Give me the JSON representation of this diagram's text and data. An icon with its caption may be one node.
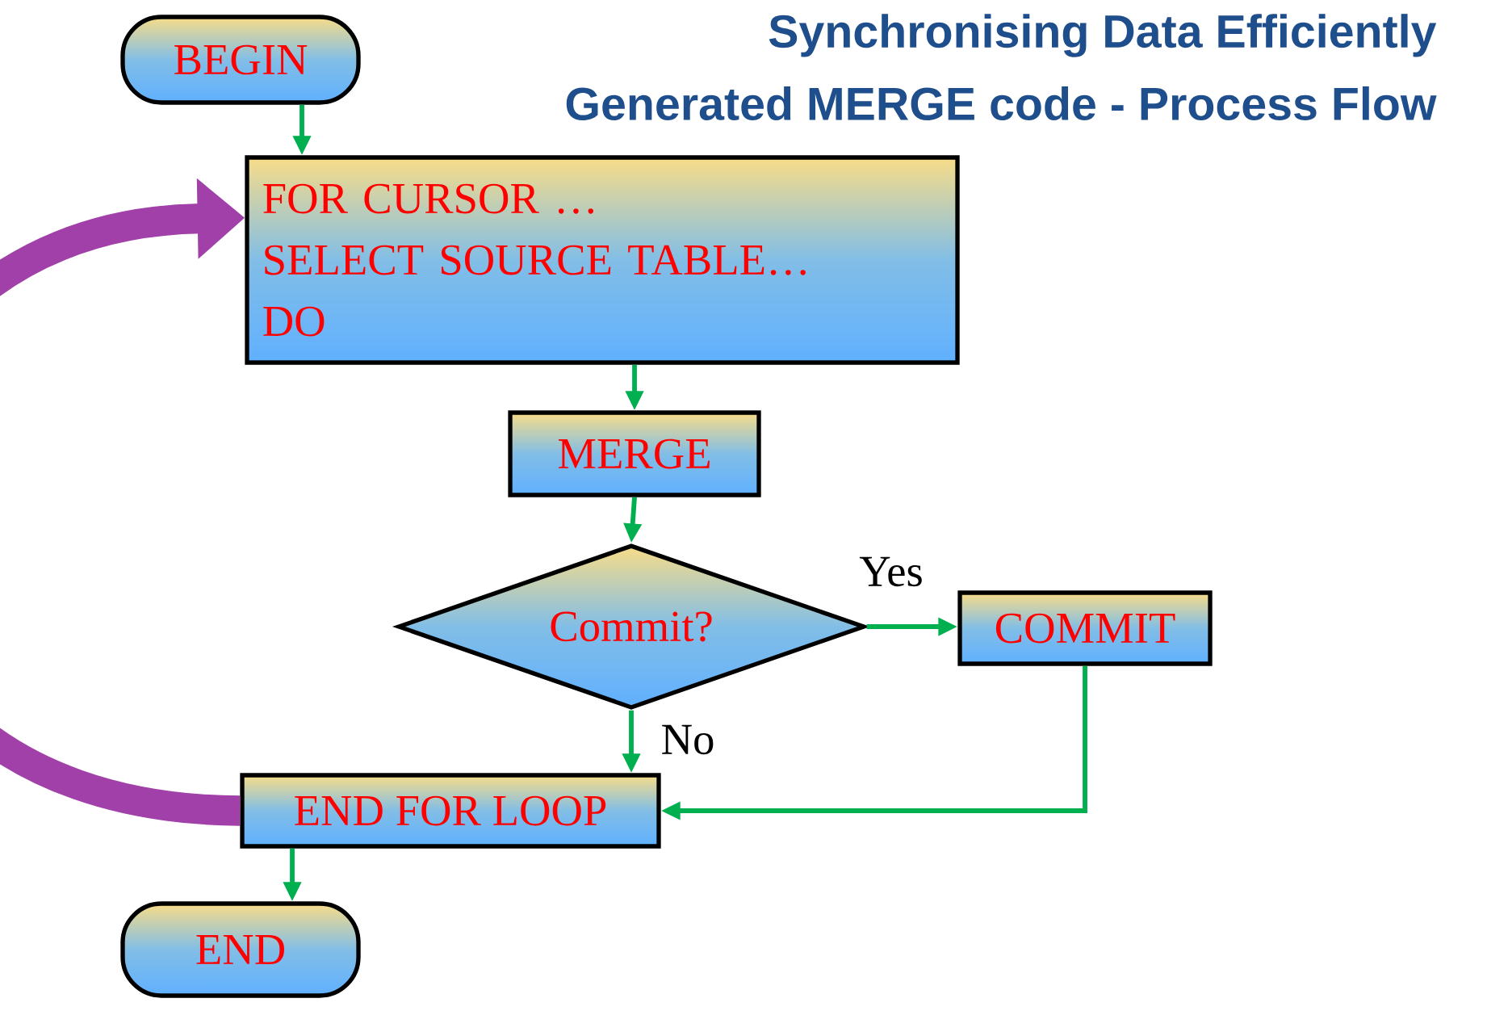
{
  "diagram": {
    "title": "Synchronising Data Efficiently",
    "nodes": [
      {
        "text": [
          "BEGIN"
        ]
      },
      {
        "text": [
          "FOR CURSOR …",
          "SELECT SOURCE TABLE…",
          "DO"
        ]
      },
      {
        "text": [
          "MERGE"
        ]
      },
      {
        "text": [
          "Commit?"
        ]
      },
      {
        "text": [
          "COMMIT"
        ]
      },
      {
        "text": [
          "END FOR LOOP"
        ]
      },
      {
        "text": [
          "END"
        ]
      }
    ],
    "edges": [
      {
        "from": 0,
        "to": 1,
        "arrow": "to"
      },
      {
        "from": 1,
        "to": 2,
        "arrow": "to"
      },
      {
        "from": 2,
        "to": 3,
        "arrow": "to"
      },
      {
        "from": 3,
        "to": 4,
        "arrow": "to",
        "label": "Yes"
      },
      {
        "from": 3,
        "to": 5,
        "arrow": "to",
        "label": "No"
      },
      {
        "from": 4,
        "to": 5,
        "arrow": "to"
      },
      {
        "from": 5,
        "to": 6,
        "arrow": "to"
      },
      {
        "from": 5,
        "to": 1,
        "arrow": "to",
        "style": "thick",
        "color": "#a040a8"
      }
    ],
    "labels": [
      "Generated MERGE code - Process Flow"
    ]
  }
}
